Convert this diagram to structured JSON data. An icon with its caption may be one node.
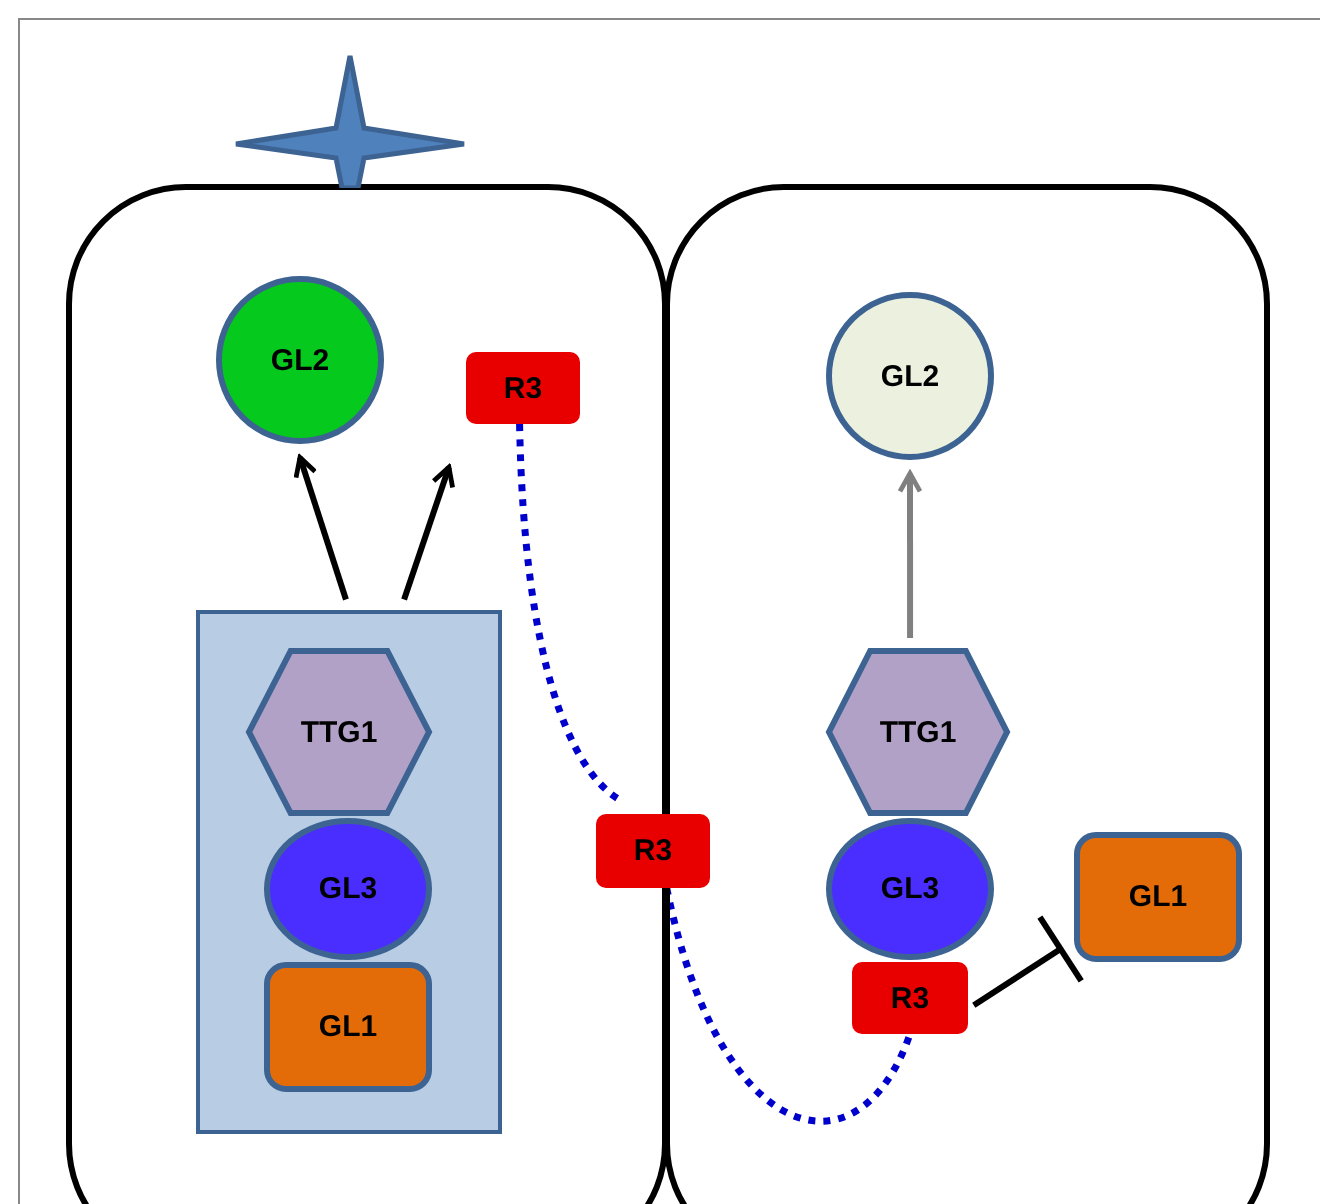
{
  "diagram": {
    "nodes": [
      {
        "text": [],
        "shape": "box"
      },
      {
        "text": [
          "GL2"
        ],
        "in": 0
      },
      {
        "text": [
          "R3"
        ],
        "in": 0
      },
      {
        "text": [],
        "shape": "box",
        "in": 0
      },
      {
        "text": [
          "TTG1"
        ],
        "in": 3
      },
      {
        "text": [
          "GL3"
        ],
        "in": 3
      },
      {
        "text": [
          "GL1"
        ],
        "in": 3
      },
      {
        "text": [
          "R3"
        ]
      },
      {
        "text": [],
        "shape": "box"
      },
      {
        "text": [
          "GL2"
        ],
        "in": 8
      },
      {
        "text": [
          "TTG1"
        ],
        "in": 8
      },
      {
        "text": [
          "GL3"
        ],
        "in": 8
      },
      {
        "text": [
          "R3"
        ],
        "in": 8
      },
      {
        "text": [
          "GL1"
        ],
        "in": 8
      }
    ],
    "edges": [
      {
        "from": 3,
        "to": 1,
        "arrow": "to"
      },
      {
        "from": 3,
        "to": 2,
        "arrow": "to"
      },
      {
        "from": 2,
        "to": 7,
        "arrow": "none",
        "style": "dashed",
        "color": "#0000cc"
      },
      {
        "from": 7,
        "to": 12,
        "arrow": "none",
        "style": "dashed",
        "color": "#0000cc"
      },
      {
        "from": 10,
        "to": 9,
        "arrow": "to",
        "color": "#808080"
      },
      {
        "from": 12,
        "to": 13,
        "arrow": "other"
      }
    ]
  }
}
